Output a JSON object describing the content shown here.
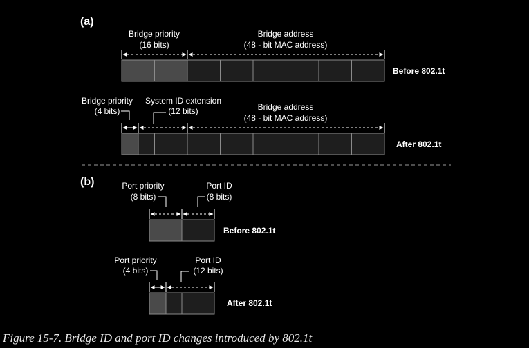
{
  "panel_a": {
    "label": "(a)",
    "before": {
      "bridge_priority_label": "Bridge priority",
      "bridge_priority_bits": "(16 bits)",
      "bridge_address_label": "Bridge address",
      "bridge_address_bits": "(48 - bit  MAC address)",
      "row_label": "Before 802.1t"
    },
    "after": {
      "bridge_priority_label": "Bridge priority",
      "bridge_priority_bits": "(4 bits)",
      "system_id_label": "System ID extension",
      "system_id_bits": "(12 bits)",
      "bridge_address_label": "Bridge address",
      "bridge_address_bits": "(48 - bit  MAC address)",
      "row_label": "After 802.1t"
    }
  },
  "panel_b": {
    "label": "(b)",
    "before": {
      "port_priority_label": "Port priority",
      "port_priority_bits": "(8 bits)",
      "port_id_label": "Port ID",
      "port_id_bits": "(8 bits)",
      "row_label": "Before 802.1t"
    },
    "after": {
      "port_priority_label": "Port priority",
      "port_priority_bits": "(4 bits)",
      "port_id_label": "Port ID",
      "port_id_bits": "(12 bits)",
      "row_label": "After 802.1t"
    }
  },
  "caption": "Figure 15-7. Bridge ID and port ID changes introduced by 802.1t",
  "colors": {
    "background": "#000000",
    "priority_fill": "#4a4a4a",
    "field_fill": "#1e1e1e",
    "outline": "#8a8a8a",
    "text": "#ffffff"
  }
}
